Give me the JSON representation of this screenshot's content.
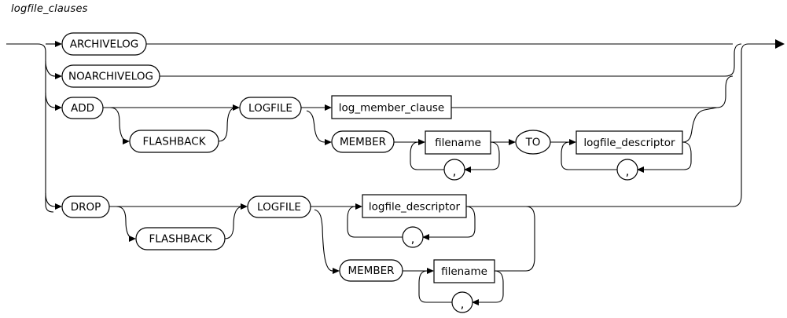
{
  "diagram": {
    "title": "logfile_clauses",
    "type": "railroad-syntax-diagram",
    "line_color": "#000000",
    "background_color": "#ffffff",
    "entry_arrow": "left-rail-in",
    "exit_arrow": "right-rail-out",
    "nodes": {
      "archivelog": {
        "label": "ARCHIVELOG",
        "shape": "oval"
      },
      "noarchivelog": {
        "label": "NOARCHIVELOG",
        "shape": "oval"
      },
      "add": {
        "label": "ADD",
        "shape": "oval"
      },
      "add_flashback": {
        "label": "FLASHBACK",
        "shape": "oval"
      },
      "add_logfile": {
        "label": "LOGFILE",
        "shape": "oval"
      },
      "log_member_clause": {
        "label": "log_member_clause",
        "shape": "box"
      },
      "add_member": {
        "label": "MEMBER",
        "shape": "oval"
      },
      "add_filename": {
        "label": "filename",
        "shape": "box"
      },
      "add_filename_comma": {
        "label": ",",
        "shape": "circle"
      },
      "to": {
        "label": "TO",
        "shape": "oval"
      },
      "add_logfile_descriptor": {
        "label": "logfile_descriptor",
        "shape": "box"
      },
      "add_descriptor_comma": {
        "label": ",",
        "shape": "circle"
      },
      "drop": {
        "label": "DROP",
        "shape": "oval"
      },
      "drop_flashback": {
        "label": "FLASHBACK",
        "shape": "oval"
      },
      "drop_logfile": {
        "label": "LOGFILE",
        "shape": "oval"
      },
      "drop_logfile_descriptor": {
        "label": "logfile_descriptor",
        "shape": "box"
      },
      "drop_descriptor_comma": {
        "label": ",",
        "shape": "circle"
      },
      "drop_member": {
        "label": "MEMBER",
        "shape": "oval"
      },
      "drop_filename": {
        "label": "filename",
        "shape": "box"
      },
      "drop_filename_comma": {
        "label": ",",
        "shape": "circle"
      }
    },
    "branches": [
      "ARCHIVELOG",
      "NOARCHIVELOG",
      "ADD [FLASHBACK] LOGFILE { log_member_clause | MEMBER filename [, ...] TO logfile_descriptor [, ...] }",
      "DROP [FLASHBACK] LOGFILE { logfile_descriptor [, ...] | MEMBER filename [, ...] }"
    ]
  }
}
